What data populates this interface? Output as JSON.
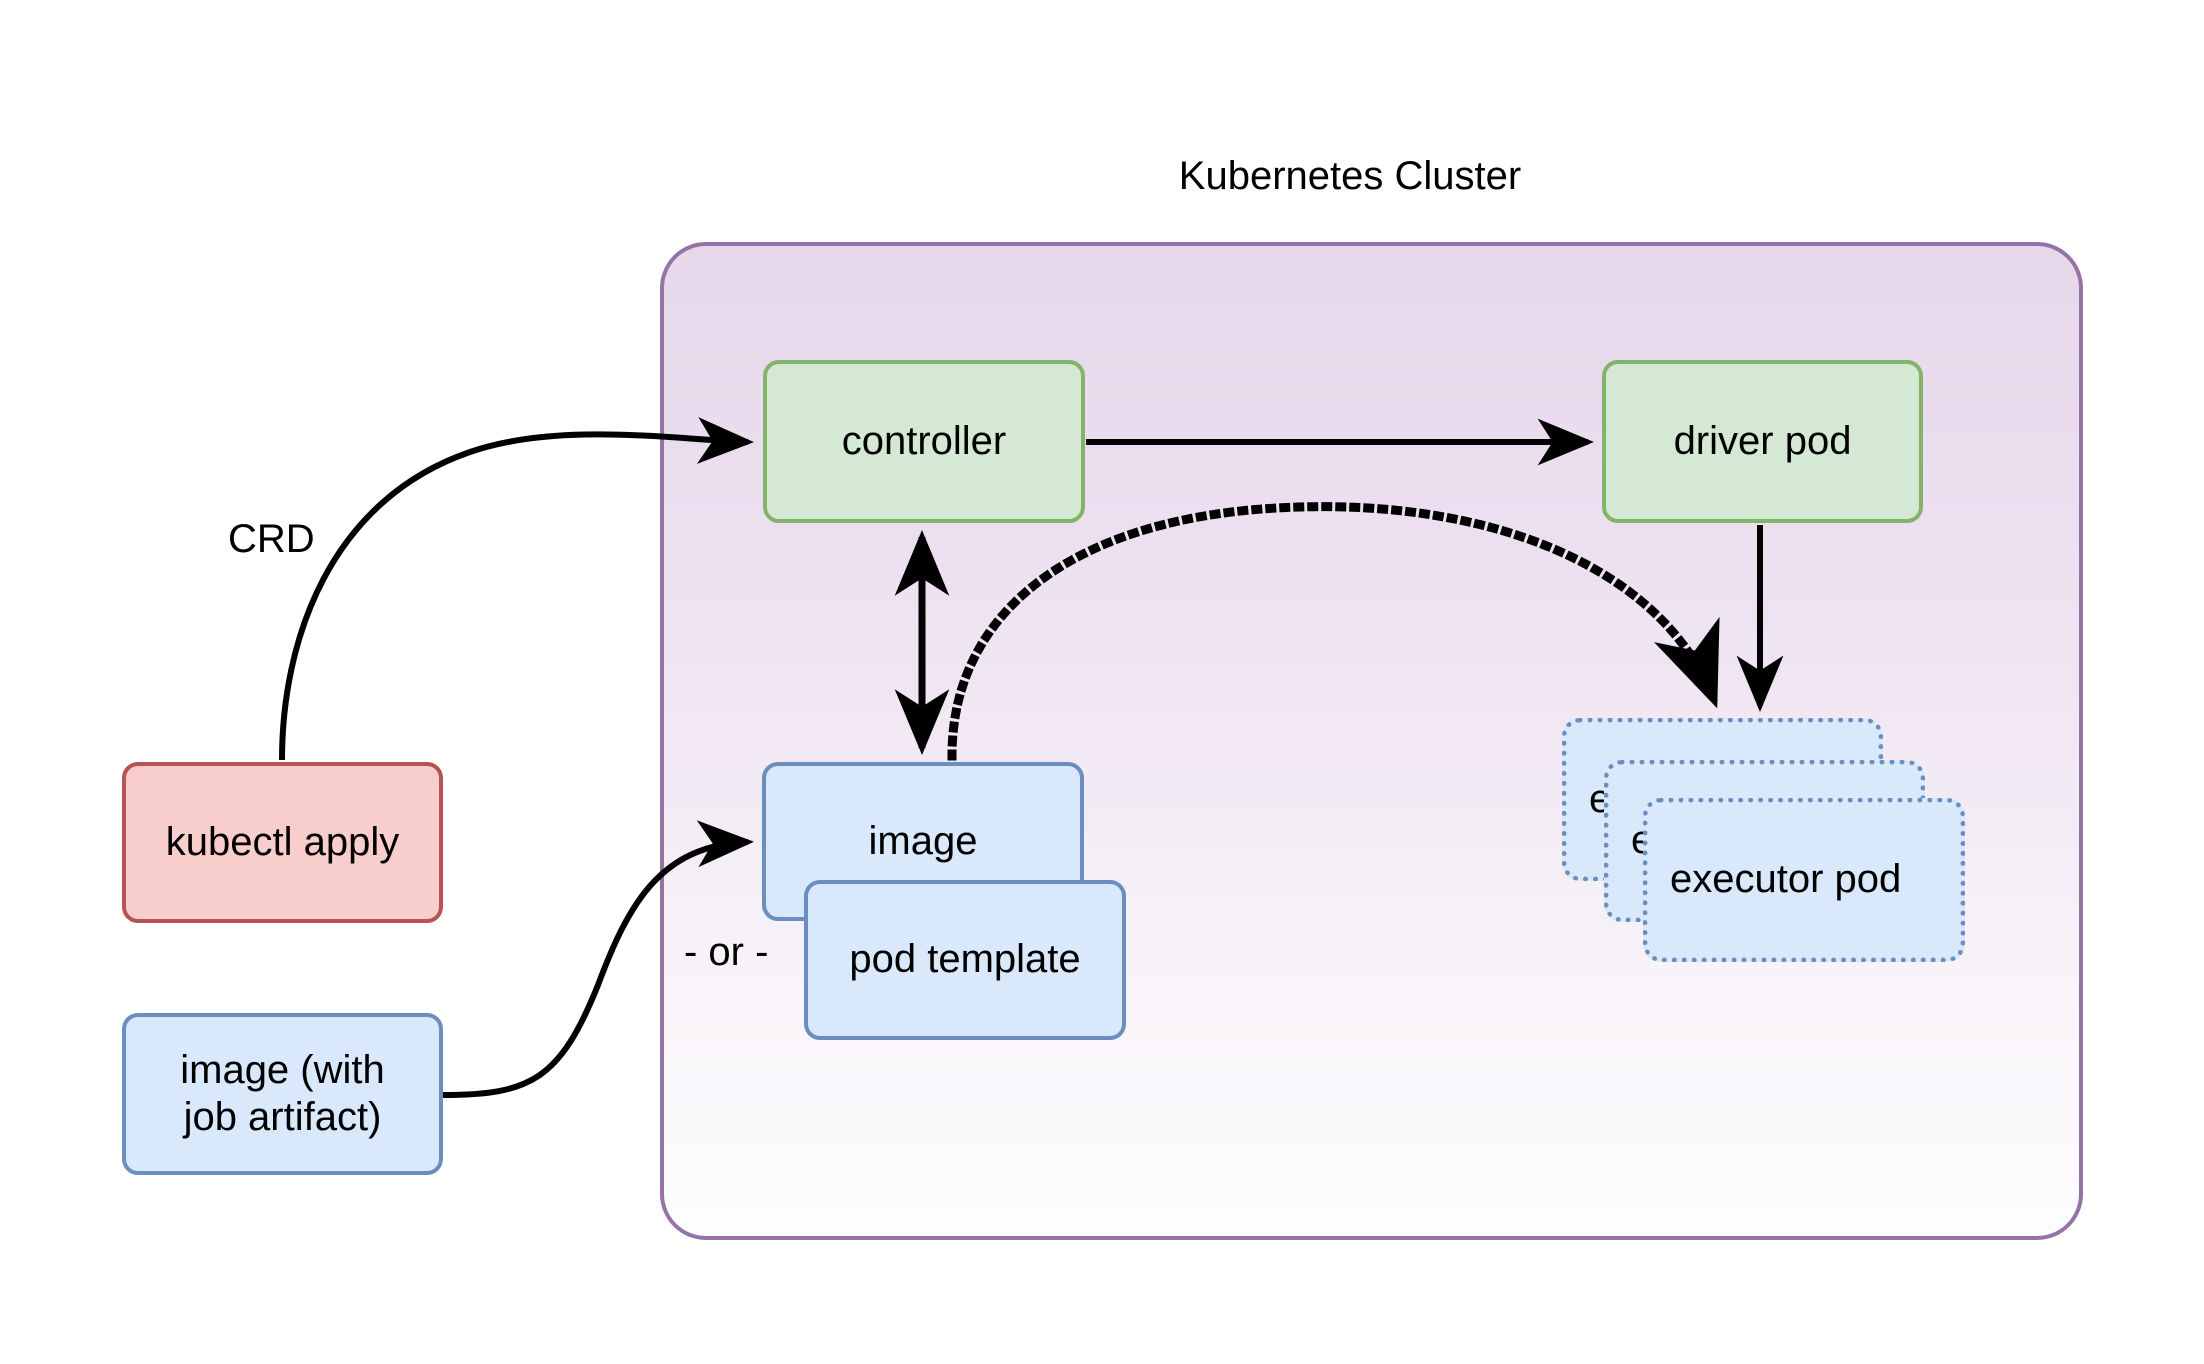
{
  "diagram": {
    "title": "Kubernetes Cluster",
    "cluster": {
      "label": "Kubernetes Cluster",
      "fill_top": "#e6d8ea",
      "fill_bottom": "#fdfcfe",
      "border_color": "#9673a6"
    },
    "nodes": [
      {
        "id": "controller",
        "label": "controller",
        "fill": "#d5e8d4",
        "border": "#82b366",
        "style": "solid",
        "inside_cluster": true
      },
      {
        "id": "driver-pod",
        "label": "driver pod",
        "fill": "#d5e8d4",
        "border": "#82b366",
        "style": "solid",
        "inside_cluster": true
      },
      {
        "id": "kubectl-apply",
        "label": "kubectl apply",
        "fill": "#f8cecc",
        "border": "#b85450",
        "style": "solid",
        "inside_cluster": false
      },
      {
        "id": "image-artifact",
        "label": "image (with job artifact)",
        "fill": "#dae8fc",
        "border": "#6c8ebf",
        "style": "solid",
        "inside_cluster": false
      },
      {
        "id": "image-box",
        "label": "image",
        "fill": "#dae8fc",
        "border": "#6c8ebf",
        "style": "solid",
        "inside_cluster": true
      },
      {
        "id": "pod-template",
        "label": "pod template",
        "fill": "#dae8fc",
        "border": "#6c8ebf",
        "style": "solid",
        "inside_cluster": true
      },
      {
        "id": "exec-back",
        "label": "executor pod",
        "fill": "#dae8fc",
        "border": "#6c8ebf",
        "style": "dotted",
        "inside_cluster": true
      },
      {
        "id": "exec-mid",
        "label": "executor pod",
        "fill": "#dae8fc",
        "border": "#6c8ebf",
        "style": "dotted",
        "inside_cluster": true
      },
      {
        "id": "exec-front",
        "label": "executor pod",
        "fill": "#dae8fc",
        "border": "#6c8ebf",
        "style": "dotted",
        "inside_cluster": true
      }
    ],
    "node_labels": {
      "controller": "controller",
      "driver_pod": "driver pod",
      "kubectl_apply": "kubectl apply",
      "image_artifact_line1": "image (with",
      "image_artifact_line2": "job artifact)",
      "image": "image",
      "pod_template": "pod template",
      "executor_pod": "executor pod"
    },
    "edge_labels": {
      "crd": "CRD",
      "or": "- or -"
    },
    "edges": [
      {
        "id": "kubectl-to-controller",
        "from": "kubectl-apply",
        "to": "controller",
        "style": "solid",
        "arrow": "single",
        "label": "CRD"
      },
      {
        "id": "controller-to-driver",
        "from": "controller",
        "to": "driver-pod",
        "style": "solid",
        "arrow": "single",
        "label": ""
      },
      {
        "id": "controller-image",
        "from": "controller",
        "to": "image-box",
        "style": "solid",
        "arrow": "double",
        "label": ""
      },
      {
        "id": "artifact-to-image",
        "from": "image-artifact",
        "to": "image-box",
        "style": "solid",
        "arrow": "single",
        "label": ""
      },
      {
        "id": "driver-to-executor",
        "from": "driver-pod",
        "to": "exec-back",
        "style": "solid",
        "arrow": "single",
        "label": ""
      },
      {
        "id": "image-to-executor",
        "from": "image-box",
        "to": "exec-back",
        "style": "dotted",
        "arrow": "single",
        "label": ""
      }
    ],
    "edge_color": "#000000"
  }
}
